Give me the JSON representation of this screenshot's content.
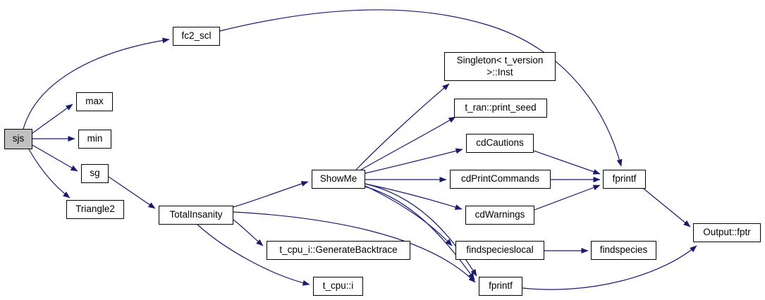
{
  "diagram": {
    "type": "call-graph",
    "background_color": "#ffffff",
    "edge_color": "#191970",
    "node_border_color": "#000000",
    "node_fill_color": "#ffffff",
    "highlight_fill_color": "#c0c0c0",
    "nodes": [
      {
        "id": "sjs",
        "label": "sjs",
        "highlighted": true
      },
      {
        "id": "fc2_scl",
        "label": "fc2_scl",
        "highlighted": false
      },
      {
        "id": "max",
        "label": "max",
        "highlighted": false
      },
      {
        "id": "min",
        "label": "min",
        "highlighted": false
      },
      {
        "id": "sg",
        "label": "sg",
        "highlighted": false
      },
      {
        "id": "triangle2",
        "label": "Triangle2",
        "highlighted": false
      },
      {
        "id": "totalinsanity",
        "label": "TotalInsanity",
        "highlighted": false
      },
      {
        "id": "showme",
        "label": "ShowMe",
        "highlighted": false
      },
      {
        "id": "singleton_inst",
        "label": "Singleton< t_version\n>::Inst",
        "highlighted": false
      },
      {
        "id": "t_ran_print_seed",
        "label": "t_ran::print_seed",
        "highlighted": false
      },
      {
        "id": "cdcautions",
        "label": "cdCautions",
        "highlighted": false
      },
      {
        "id": "cdprintcommands",
        "label": "cdPrintCommands",
        "highlighted": false
      },
      {
        "id": "fprintf_right",
        "label": "fprintf",
        "highlighted": false
      },
      {
        "id": "cdwarnings",
        "label": "cdWarnings",
        "highlighted": false
      },
      {
        "id": "findspecieslocal",
        "label": "findspecieslocal",
        "highlighted": false
      },
      {
        "id": "findspecies",
        "label": "findspecies",
        "highlighted": false
      },
      {
        "id": "fprintf_bottom",
        "label": "fprintf",
        "highlighted": false
      },
      {
        "id": "output_fptr",
        "label": "Output::fptr",
        "highlighted": false
      },
      {
        "id": "generate_backtrace",
        "label": "t_cpu_i::GenerateBacktrace",
        "highlighted": false
      },
      {
        "id": "t_cpu_i",
        "label": "t_cpu::i",
        "highlighted": false
      }
    ],
    "edges": [
      {
        "from": "sjs",
        "to": "fc2_scl"
      },
      {
        "from": "sjs",
        "to": "max"
      },
      {
        "from": "sjs",
        "to": "min"
      },
      {
        "from": "sjs",
        "to": "sg"
      },
      {
        "from": "sjs",
        "to": "triangle2"
      },
      {
        "from": "sg",
        "to": "totalinsanity"
      },
      {
        "from": "fc2_scl",
        "to": "fprintf_right"
      },
      {
        "from": "totalinsanity",
        "to": "showme"
      },
      {
        "from": "totalinsanity",
        "to": "generate_backtrace"
      },
      {
        "from": "totalinsanity",
        "to": "t_cpu_i"
      },
      {
        "from": "totalinsanity",
        "to": "fprintf_bottom"
      },
      {
        "from": "showme",
        "to": "singleton_inst"
      },
      {
        "from": "showme",
        "to": "t_ran_print_seed"
      },
      {
        "from": "showme",
        "to": "cdcautions"
      },
      {
        "from": "showme",
        "to": "cdprintcommands"
      },
      {
        "from": "showme",
        "to": "cdwarnings"
      },
      {
        "from": "showme",
        "to": "findspecieslocal"
      },
      {
        "from": "showme",
        "to": "fprintf_bottom"
      },
      {
        "from": "cdcautions",
        "to": "fprintf_right"
      },
      {
        "from": "cdprintcommands",
        "to": "fprintf_right"
      },
      {
        "from": "cdwarnings",
        "to": "fprintf_right"
      },
      {
        "from": "findspecieslocal",
        "to": "findspecies"
      },
      {
        "from": "fprintf_right",
        "to": "output_fptr"
      },
      {
        "from": "fprintf_bottom",
        "to": "output_fptr"
      }
    ]
  }
}
